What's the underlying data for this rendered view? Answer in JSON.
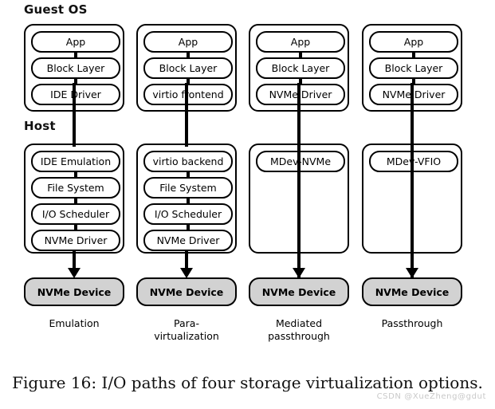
{
  "sections": {
    "guest_label": "Guest OS",
    "host_label": "Host"
  },
  "figure": {
    "caption": "Figure 16: I/O paths of four storage virtualization options.",
    "watermark": "CSDN @XueZheng@gdut",
    "device_fill_color": "#d2d2d2",
    "line_color": "#000000"
  },
  "columns": [
    {
      "id": "emulation",
      "caption": "Emulation",
      "guest_stack": [
        "App",
        "Block Layer",
        "IDE Driver"
      ],
      "host_stack": [
        "IDE Emulation",
        "File System",
        "I/O Scheduler",
        "NVMe Driver"
      ],
      "device": "NVMe Device",
      "path_passes_through_host": false
    },
    {
      "id": "para-virtualization",
      "caption": "Para-\nvirtualization",
      "caption_line1": "Para-",
      "caption_line2": "virtualization",
      "guest_stack": [
        "App",
        "Block Layer",
        "virtio frontend"
      ],
      "host_stack": [
        "virtio backend",
        "File System",
        "I/O Scheduler",
        "NVMe Driver"
      ],
      "device": "NVMe Device",
      "path_passes_through_host": false
    },
    {
      "id": "mediated-passthrough",
      "caption": "Mediated\npassthrough",
      "caption_line1": "Mediated",
      "caption_line2": "passthrough",
      "guest_stack": [
        "App",
        "Block Layer",
        "NVMe Driver"
      ],
      "host_stack": [
        "MDev-NVMe"
      ],
      "device": "NVMe Device",
      "path_passes_through_host": true
    },
    {
      "id": "passthrough",
      "caption": "Passthrough",
      "caption_line1": "Passthrough",
      "caption_line2": "",
      "guest_stack": [
        "App",
        "Block Layer",
        "NVMe Driver"
      ],
      "host_stack": [
        "MDev-VFIO"
      ],
      "device": "NVMe Device",
      "path_passes_through_host": true
    }
  ]
}
